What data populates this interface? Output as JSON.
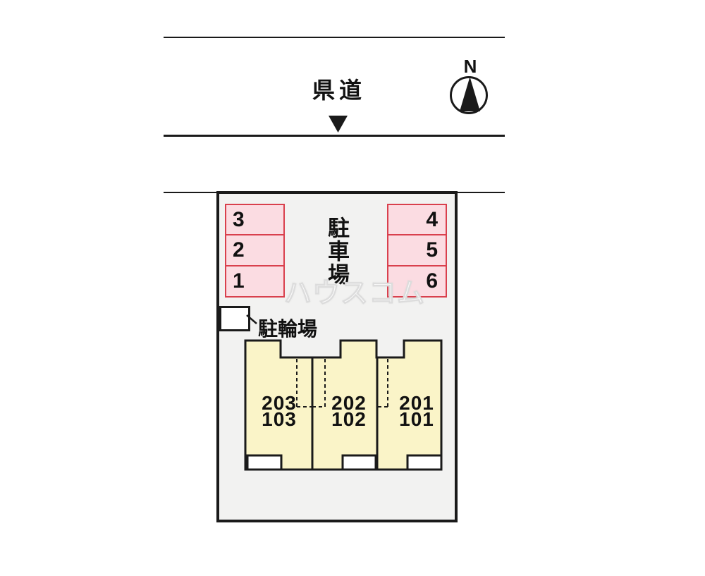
{
  "road": {
    "label": "県道",
    "direction_arrow": "▼"
  },
  "compass": {
    "north_label": "N"
  },
  "plot": {
    "parking_area_label": "駐車場",
    "parking_spaces_left": [
      "3",
      "2",
      "1"
    ],
    "parking_spaces_right": [
      "4",
      "5",
      "6"
    ],
    "bicycle_parking_label": "駐輪場",
    "building_units": [
      {
        "upper": "203",
        "lower": "103"
      },
      {
        "upper": "202",
        "lower": "102"
      },
      {
        "upper": "201",
        "lower": "101"
      }
    ]
  },
  "watermark": {
    "text": "ハウスコム"
  },
  "colors": {
    "line": "#1a1a1a",
    "plot_fill": "#f2f2f1",
    "parking_fill": "#fbdce2",
    "parking_border": "#d9404d",
    "building_fill": "#faf4c8",
    "watermark": "#dcdcdc"
  }
}
